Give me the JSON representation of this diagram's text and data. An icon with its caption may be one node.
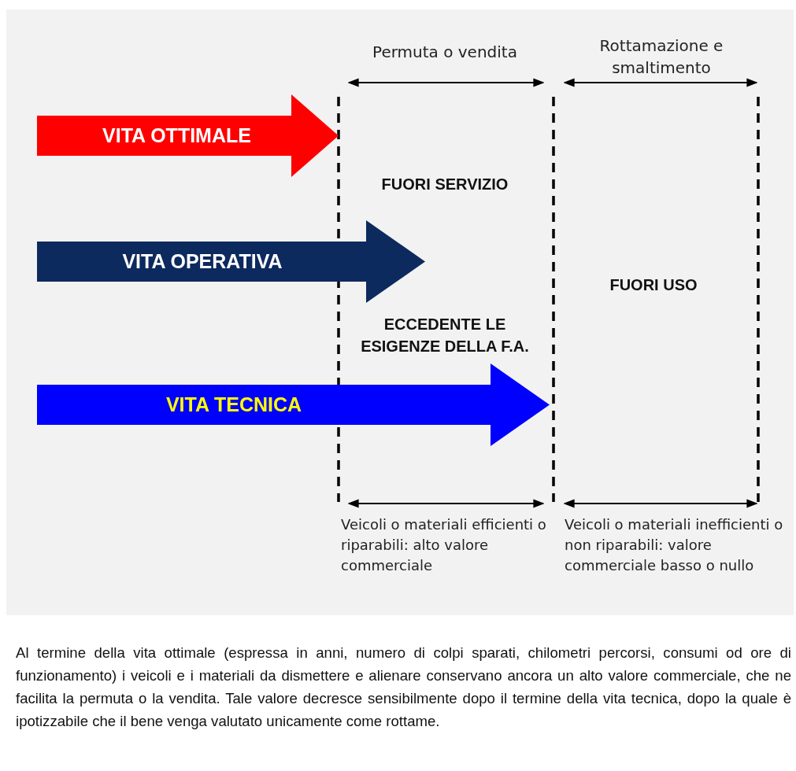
{
  "diagram": {
    "caption": "Al termine della vita ottimale (espressa in anni, numero di colpi sparati, chilometri percorsi, consumi od ore di funzionamento) i veicoli e i materiali da dismettere e alienare conservano ancora un alto valore commerciale, che ne facilita la permuta o la vendita. Tale valore decresce sensibilmente dopo il termine della vita tecnica, dopo la quale è ipotizzabile che il bene venga valutato unicamente come rottame.",
    "nodes": [
      {
        "text": [
          "VITA OTTIMALE"
        ]
      },
      {
        "text": [
          "VITA OPERATIVA"
        ]
      },
      {
        "text": [
          "VITA TECNICA"
        ]
      }
    ],
    "labels": [
      "Permuta o vendita",
      "Rottamazione e smaltimento",
      "FUORI SERVIZIO",
      "FUORI USO",
      "ECCEDENTE LE ESIGENZE DELLA F.A.",
      "Veicoli o materiali efficienti o riparabili: alto valore commerciale",
      "Veicoli o materiali inefficienti o non riparabili: valore commerciale basso o nullo"
    ]
  }
}
